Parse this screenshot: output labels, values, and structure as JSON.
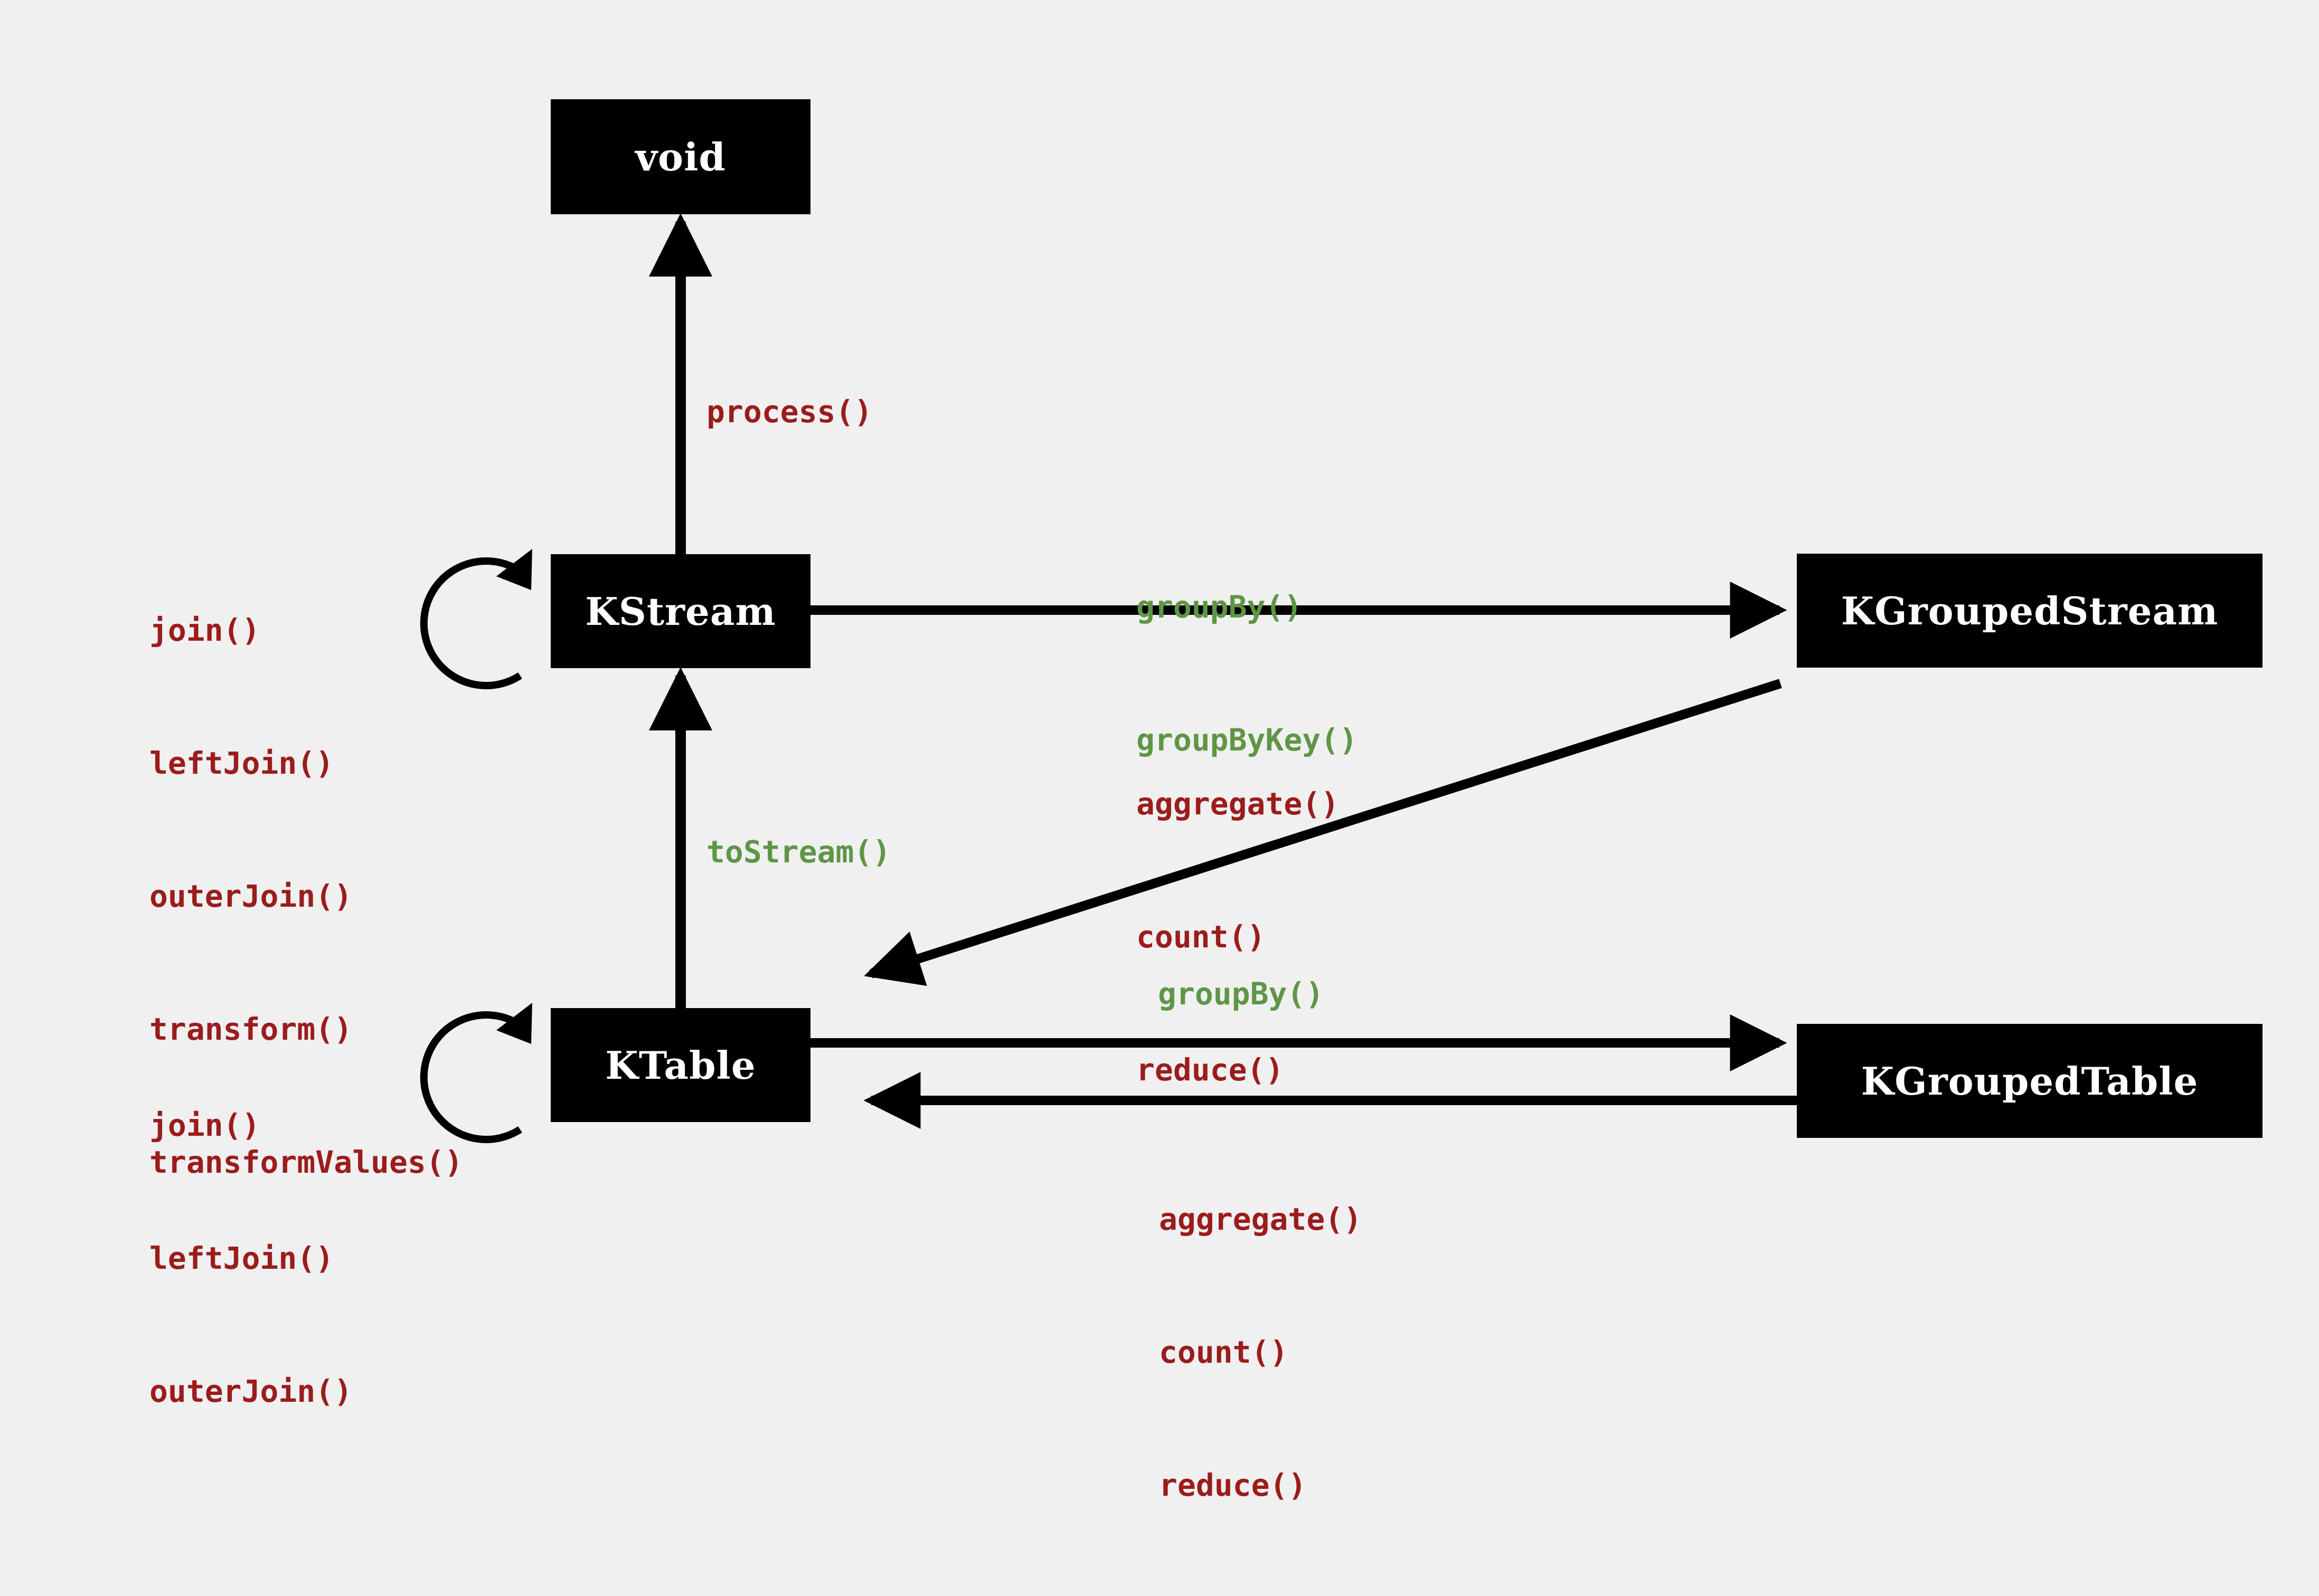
{
  "colors": {
    "background": "#f0f0f0",
    "node": "#000000",
    "node_text": "#ffffff",
    "method_red": "#9b1c1c",
    "method_green": "#5f9646"
  },
  "nodes": {
    "void": "void",
    "kstream": "KStream",
    "ktable": "KTable",
    "kgroupedstream": "KGroupedStream",
    "kgroupedtable": "KGroupedTable"
  },
  "labels": {
    "process": "process()",
    "to_stream": "toStream()",
    "kstream_loop": [
      "join()",
      "leftJoin()",
      "outerJoin()",
      "transform()",
      "transformValues()"
    ],
    "ktable_loop": [
      "join()",
      "leftJoin()",
      "outerJoin()"
    ],
    "stream_group": [
      "groupBy()",
      "groupByKey()"
    ],
    "stream_agg": [
      "aggregate()",
      "count()",
      "reduce()"
    ],
    "table_group": "groupBy()",
    "table_agg": [
      "aggregate()",
      "count()",
      "reduce()"
    ]
  }
}
